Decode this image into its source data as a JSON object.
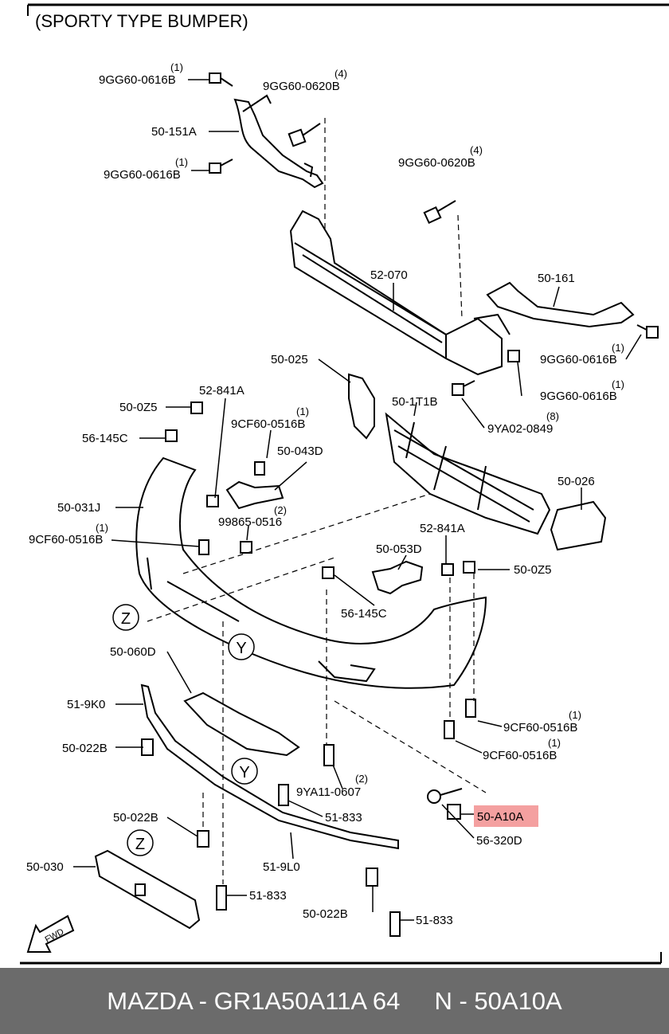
{
  "title": "(SPORTY TYPE BUMPER)",
  "labels": [
    {
      "id": "l1",
      "text": "9GG60-0616B",
      "qty": "(1)"
    },
    {
      "id": "l2",
      "text": "9GG60-0620B",
      "qty": "(4)"
    },
    {
      "id": "l3",
      "text": "50-151A",
      "qty": ""
    },
    {
      "id": "l4",
      "text": "9GG60-0616B",
      "qty": "(1)"
    },
    {
      "id": "l5",
      "text": "9GG60-0620B",
      "qty": "(4)"
    },
    {
      "id": "l6",
      "text": "52-070",
      "qty": ""
    },
    {
      "id": "l7",
      "text": "50-161",
      "qty": ""
    },
    {
      "id": "l8",
      "text": "9GG60-0616B",
      "qty": "(1)"
    },
    {
      "id": "l9",
      "text": "9GG60-0616B",
      "qty": "(1)"
    },
    {
      "id": "l10",
      "text": "50-025",
      "qty": ""
    },
    {
      "id": "l11",
      "text": "50-1T1B",
      "qty": ""
    },
    {
      "id": "l12",
      "text": "9YA02-0849",
      "qty": "(8)"
    },
    {
      "id": "l13",
      "text": "50-0Z5",
      "qty": ""
    },
    {
      "id": "l14",
      "text": "52-841A",
      "qty": ""
    },
    {
      "id": "l15",
      "text": "9CF60-0516B",
      "qty": "(1)"
    },
    {
      "id": "l16",
      "text": "56-145C",
      "qty": ""
    },
    {
      "id": "l17",
      "text": "50-043D",
      "qty": ""
    },
    {
      "id": "l18",
      "text": "50-026",
      "qty": ""
    },
    {
      "id": "l19",
      "text": "50-031J",
      "qty": ""
    },
    {
      "id": "l20",
      "text": "99865-0516",
      "qty": "(2)"
    },
    {
      "id": "l21",
      "text": "9CF60-0516B",
      "qty": "(1)"
    },
    {
      "id": "l22",
      "text": "52-841A",
      "qty": ""
    },
    {
      "id": "l23",
      "text": "50-053D",
      "qty": ""
    },
    {
      "id": "l24",
      "text": "50-0Z5",
      "qty": ""
    },
    {
      "id": "l25",
      "text": "56-145C",
      "qty": ""
    },
    {
      "id": "l26",
      "text": "50-060D",
      "qty": ""
    },
    {
      "id": "l27",
      "text": "51-9K0",
      "qty": ""
    },
    {
      "id": "l28",
      "text": "9CF60-0516B",
      "qty": "(1)"
    },
    {
      "id": "l29",
      "text": "9CF60-0516B",
      "qty": "(1)"
    },
    {
      "id": "l30",
      "text": "50-022B",
      "qty": ""
    },
    {
      "id": "l31",
      "text": "9YA11-0607",
      "qty": "(2)"
    },
    {
      "id": "l32",
      "text": "50-022B",
      "qty": ""
    },
    {
      "id": "l33",
      "text": "51-833",
      "qty": ""
    },
    {
      "id": "l34",
      "text": "50-A10A",
      "qty": ""
    },
    {
      "id": "l35",
      "text": "56-320D",
      "qty": ""
    },
    {
      "id": "l36",
      "text": "50-030",
      "qty": ""
    },
    {
      "id": "l37",
      "text": "51-9L0",
      "qty": ""
    },
    {
      "id": "l38",
      "text": "51-833",
      "qty": ""
    },
    {
      "id": "l39",
      "text": "50-022B",
      "qty": ""
    },
    {
      "id": "l40",
      "text": "51-833",
      "qty": ""
    }
  ],
  "callouts": {
    "z": "Z",
    "y": "Y"
  },
  "fwd": "FWD",
  "highlight_color": "#f4a0a0",
  "footer": {
    "text": "MAZDA - GR1A50A11A 64     N - 50A10A"
  }
}
